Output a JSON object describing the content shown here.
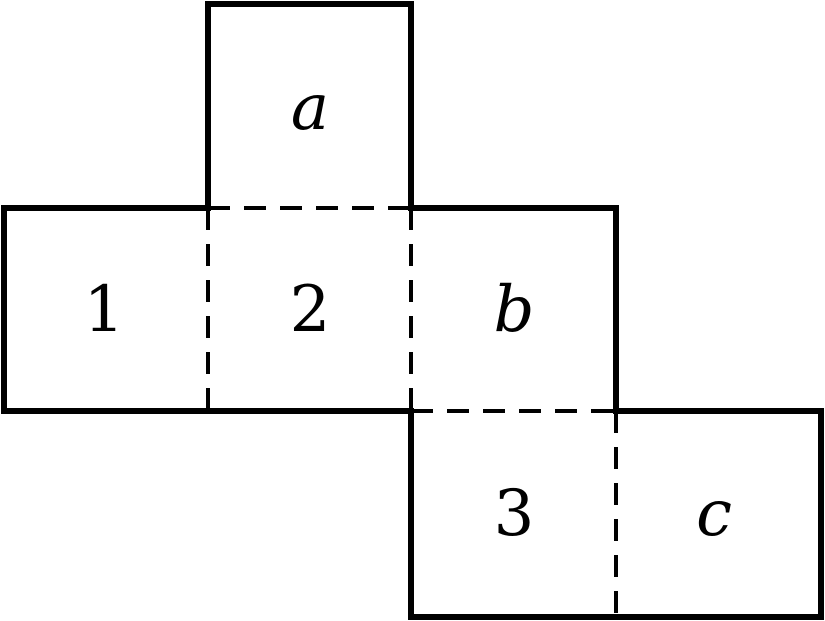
{
  "net": {
    "faces": {
      "a": "a",
      "one": "1",
      "two": "2",
      "b": "b",
      "three": "3",
      "c": "c"
    },
    "colors": {
      "stroke": "#000000",
      "background": "#ffffff"
    }
  }
}
